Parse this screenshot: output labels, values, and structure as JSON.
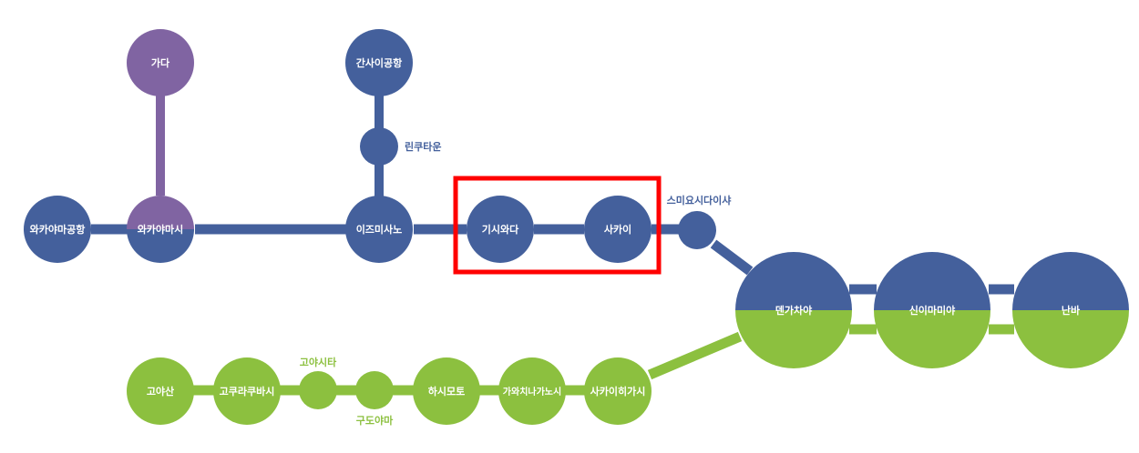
{
  "colors": {
    "blue": "#44609C",
    "purple": "#8064A2",
    "green": "#8CC03F",
    "highlight": "#FF0000",
    "label_white": "#FFFFFF"
  },
  "stations": {
    "kada": "가다",
    "kansai_airport": "간사이공항",
    "rinku_town": "린쿠타운",
    "wakayama_airport": "와카야마공항",
    "wakayamashi": "와카야마시",
    "izumisano": "이즈미사노",
    "kishiwada": "기시와다",
    "sakai": "사카이",
    "sumiyoshitaisha": "스미요시다이샤",
    "tengachaya": "덴가차야",
    "shinimamiya": "신이마미야",
    "namba": "난바",
    "koyasan": "고야산",
    "gokurakubashi": "고쿠라쿠바시",
    "koyashita": "고야시타",
    "kudoyama": "구도야마",
    "hashimoto": "하시모토",
    "kawachinagano": "가와치나가노시",
    "sakaihigashi": "사카이히가시"
  }
}
